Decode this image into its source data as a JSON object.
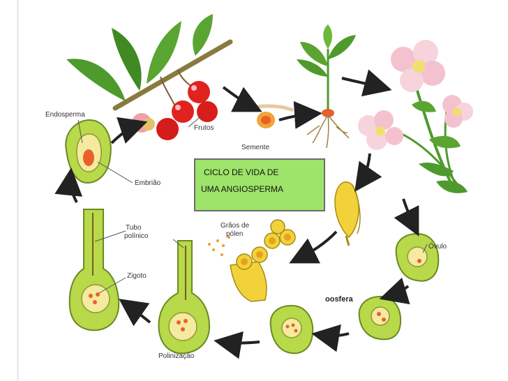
{
  "labels": {
    "endosperma": "Endosperma",
    "frutos": "Frutos",
    "semente": "Semente",
    "embriao": "Embrião",
    "tubo_1": "Tubo",
    "tubo_2": "polínico",
    "graos_1": "Grãos de",
    "graos_2": "pólen",
    "ovulo": "Óvulo",
    "zigoto": "Zigoto",
    "oosfera": "oosfera",
    "polinizacao": "Polinização"
  },
  "title": {
    "line1": "CICLO DE VIDA DE",
    "line2": "UMA ANGIOSPERMA"
  },
  "colors": {
    "title_bg": "#9ee36a",
    "leaf": "#4e9a2c",
    "ovule": "#b7d94a",
    "cherry": "#e0231f",
    "petal": "#f4c2cf",
    "anther": "#f1d23a"
  }
}
